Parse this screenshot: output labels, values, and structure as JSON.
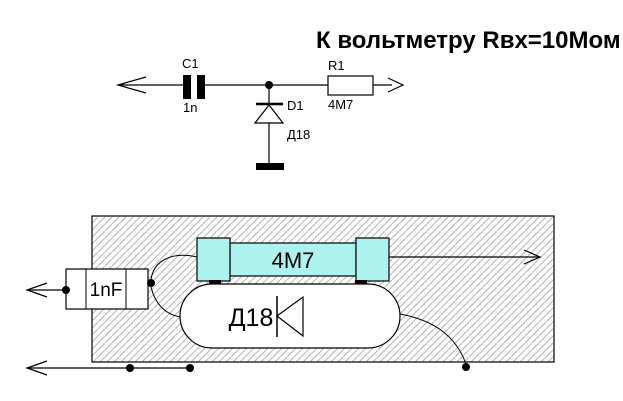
{
  "title": {
    "text": "К вольтметру Rвх=10Мом"
  },
  "colors": {
    "title_blue": "#1a1ab8",
    "component_cyan": "#aef2f0",
    "hatch_gray": "#b3b3b3",
    "board_bg": "#ffffff"
  },
  "schematic": {
    "capacitor_ref": "C1",
    "capacitor_value": "1n",
    "diode_ref": "D1",
    "diode_type": "Д18",
    "resistor_ref": "R1",
    "resistor_value": "4M7"
  },
  "layout": {
    "capacitor_value": "1nF",
    "resistor_value": "4M7",
    "diode_type": "Д18"
  }
}
